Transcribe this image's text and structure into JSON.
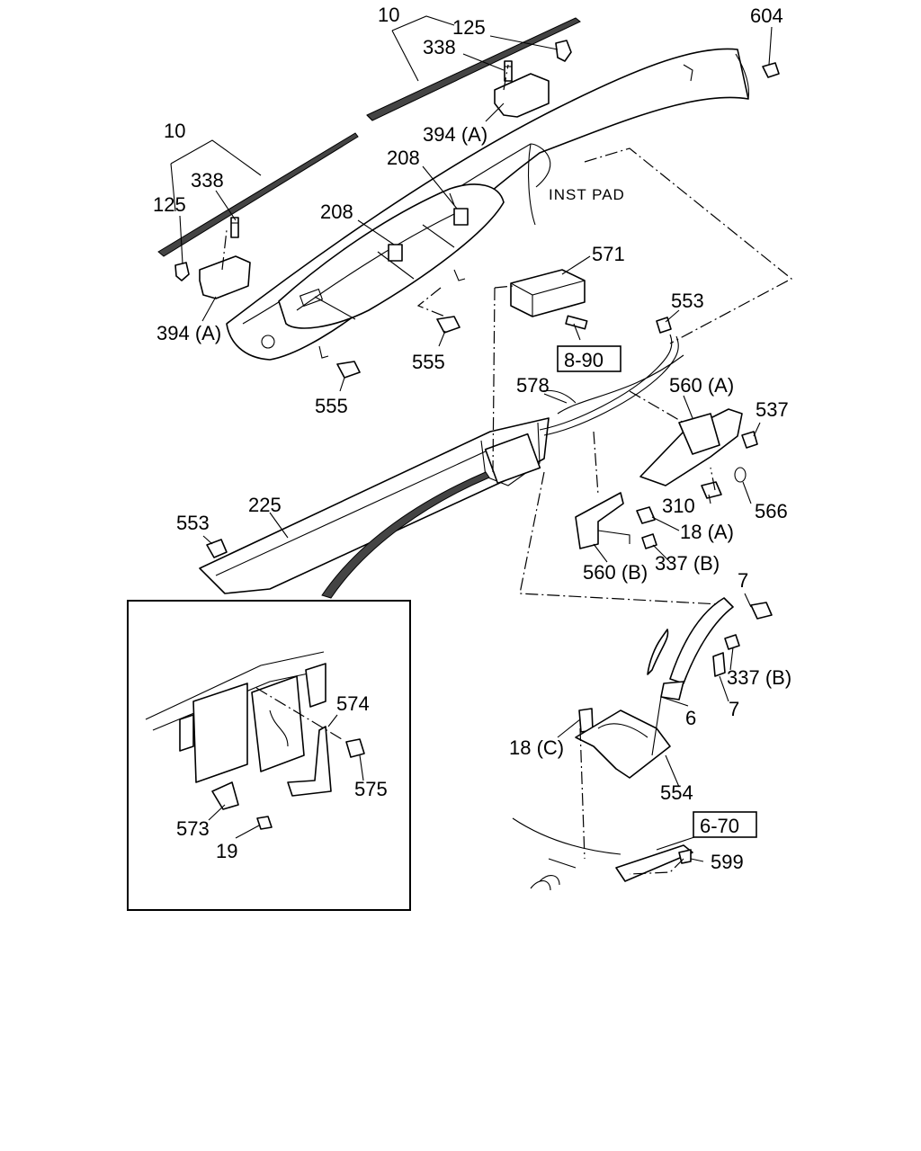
{
  "diagram": {
    "labels": {
      "l10a": "10",
      "l125a": "125",
      "l338a": "338",
      "l604": "604",
      "l394a": "394 (A)",
      "l10b": "10",
      "l338b": "338",
      "l125b": "125",
      "l394b": "394 (A)",
      "l208a": "208",
      "l208b": "208",
      "linst": "INST  PAD",
      "l571": "571",
      "l553a": "553",
      "l890": "8-90",
      "l555a": "555",
      "l555b": "555",
      "l578": "578",
      "l560a": "560 (A)",
      "l537": "537",
      "l225": "225",
      "l553b": "553",
      "l310": "310",
      "l566": "566",
      "l18a": "18 (A)",
      "l560b": "560 (B)",
      "l337a": "337 (B)",
      "l7a": "7",
      "l337b": "337 (B)",
      "l7b": "7",
      "l6": "6",
      "l574": "574",
      "l575": "575",
      "l18c": "18 (C)",
      "l554": "554",
      "l573": "573",
      "l19": "19",
      "l670": "6-70",
      "l599": "599"
    }
  }
}
